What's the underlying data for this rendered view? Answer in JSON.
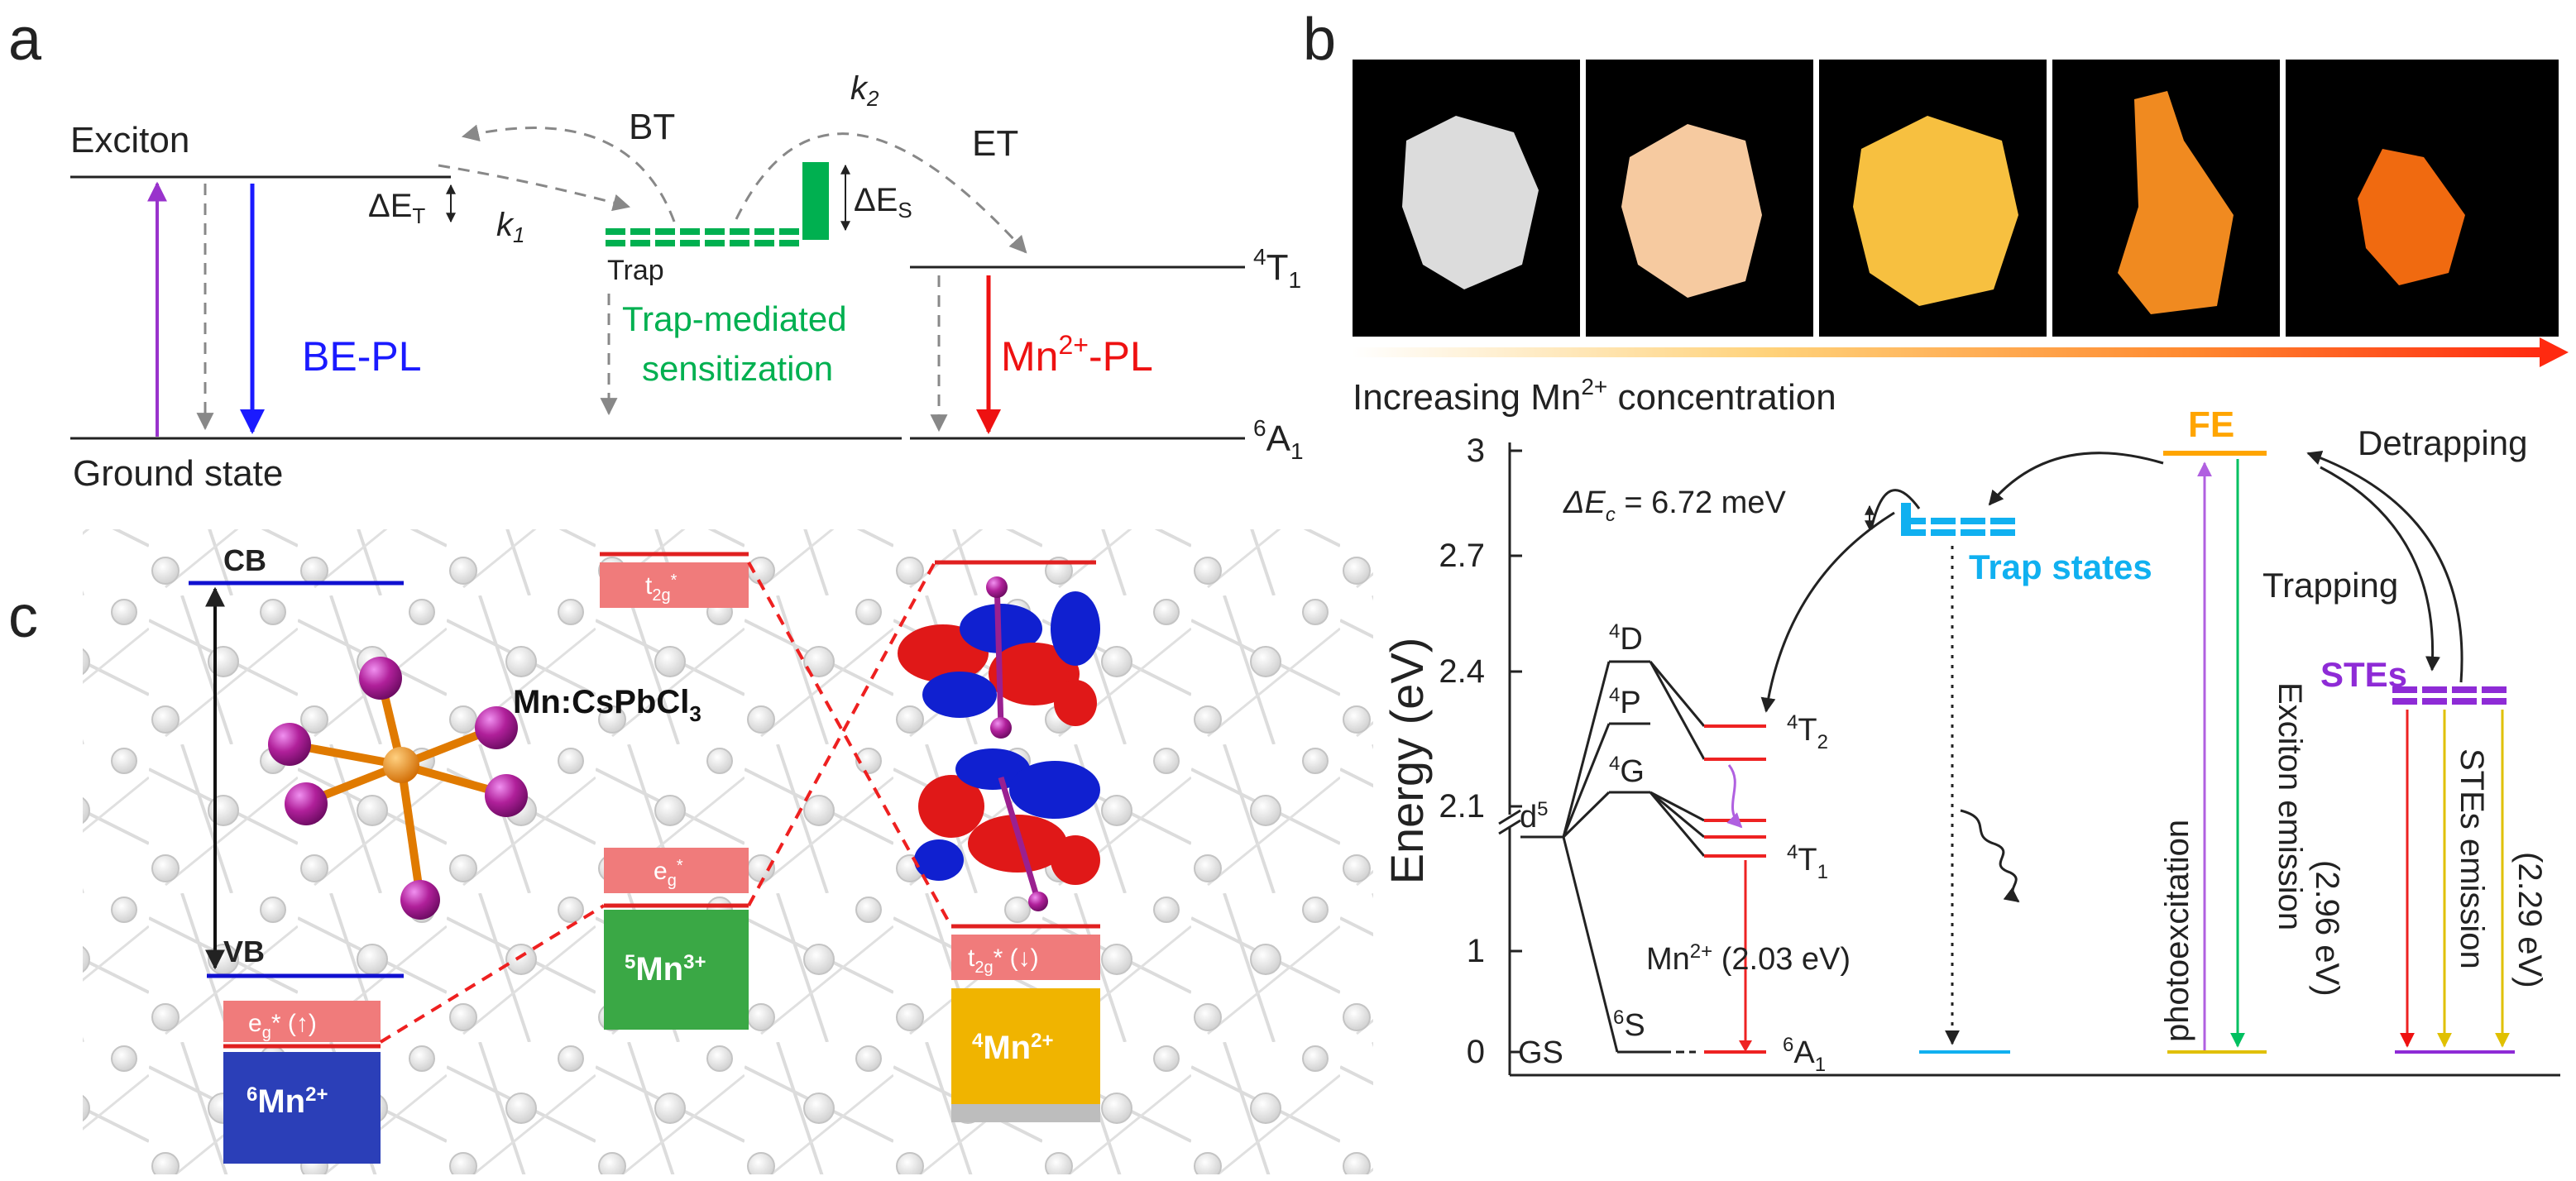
{
  "panel_a": {
    "panel_label": "a",
    "exciton": "Exciton",
    "ground_state": "Ground state",
    "bt": "BT",
    "et": "ET",
    "k2": "k",
    "k2_sub": "2",
    "k1": "k",
    "k1_sub": "1",
    "delta_et": "ΔE",
    "delta_et_sub": "T",
    "delta_es": "ΔE",
    "delta_es_sub": "S",
    "trap": "Trap",
    "trap_mediated_1": "Trap-mediated",
    "trap_mediated_2": "sensitization",
    "be_pl": "BE-PL",
    "mn_pl_pre": "Mn",
    "mn_pl_sup": "2+",
    "mn_pl_post": "-PL",
    "t1_sup": "4",
    "t1": "T",
    "t1_sub": "1",
    "a1_sup": "6",
    "a1": "A",
    "a1_sub": "1",
    "colors": {
      "blue": "#1a1aff",
      "green": "#00b050",
      "red": "#ee1111",
      "purple": "#9933cc",
      "gray": "#888888"
    }
  },
  "panel_b": {
    "panel_label": "b",
    "photos_caption_pre": "Increasing Mn",
    "photos_caption_sup": "2+",
    "photos_caption_post": " concentration",
    "photo_colors": [
      "#d8d8d8",
      "#f6caa0",
      "#f7c040",
      "#f08a20",
      "#f06a10"
    ],
    "ylabel": "Energy (eV)",
    "yticks": [
      "0",
      "1",
      "2.1",
      "2.4",
      "2.7",
      "3"
    ],
    "delta_ec_pre": "ΔE",
    "delta_ec_sub": "c",
    "delta_ec_post": " = 6.72 meV",
    "trap_states": "Trap states",
    "fe": "FE",
    "detrapping": "Detrapping",
    "trapping": "Trapping",
    "stes": "STEs",
    "d5": "d",
    "d5_sup": "5",
    "gs": "GS",
    "level_4D": "4",
    "level_4D_t": "D",
    "level_4P": "4",
    "level_4P_t": "P",
    "level_4G": "4",
    "level_4G_t": "G",
    "level_6S": "6",
    "level_6S_t": "S",
    "level_4T2": "4",
    "level_4T2_t": "T",
    "level_4T2_sub": "2",
    "level_4T1": "4",
    "level_4T1_t": "T",
    "level_4T1_sub": "1",
    "level_6A1": "6",
    "level_6A1_t": "A",
    "level_6A1_sub": "1",
    "mn_emission_pre": "Mn",
    "mn_emission_sup": "2+",
    "mn_emission_post": " (2.03 eV)",
    "photoexcitation": "photoexcitation",
    "exciton_emission": "Exciton emission",
    "exciton_energy": "(2.96 eV)",
    "stes_emission": "STEs emission",
    "stes_energy": "(2.29 eV)",
    "colors": {
      "cyan": "#10b0f0",
      "orange": "#ffa500",
      "purple": "#8e2bd6",
      "green": "#00c060",
      "red": "#ee2222",
      "yellow": "#f0d000"
    }
  },
  "panel_c": {
    "panel_label": "c",
    "cb": "CB",
    "vb": "VB",
    "material": "Mn:CsPbCl",
    "material_sub": "3",
    "t2g_star": "t",
    "t2g_star_sub": "2g",
    "t2g_star_sup": "*",
    "eg_star": "e",
    "eg_star_sub": "g",
    "eg_star_sup": "*",
    "eg_up": "e",
    "eg_up_sub": "g",
    "eg_up_post": "* (↑)",
    "t2g_down": "t",
    "t2g_down_sub": "2g",
    "t2g_down_post": "* (↓)",
    "mn2_6_sup": "6",
    "mn2_6": "Mn",
    "mn2_6_ion": "2+",
    "mn3_5_sup": "5",
    "mn3_5": "Mn",
    "mn3_5_ion": "3+",
    "mn2_4_sup": "4",
    "mn2_4": "Mn",
    "mn2_4_ion": "2+",
    "colors": {
      "blue_box": "#2b3fb8",
      "green_box": "#3aa845",
      "yellow_box": "#f0b400",
      "salmon": "#f07b7b",
      "red": "#e02020",
      "blue_line": "#1010d0"
    }
  }
}
